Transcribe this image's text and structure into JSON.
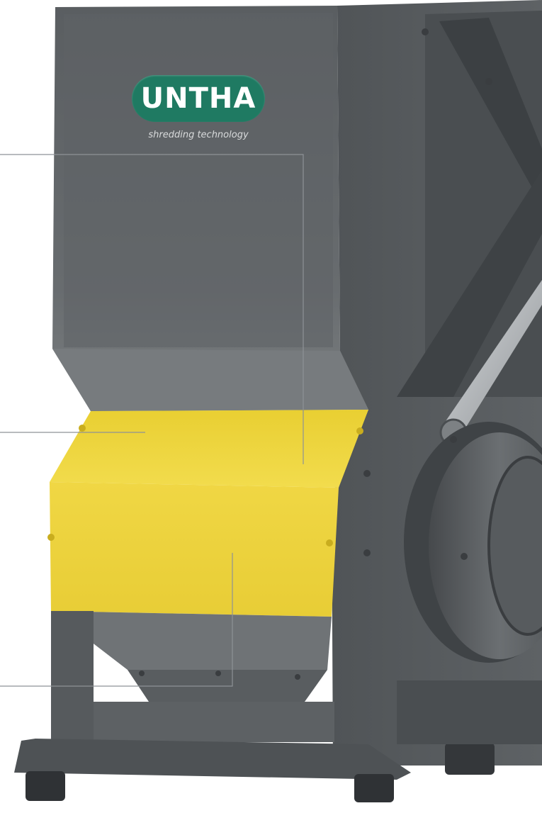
{
  "brand": {
    "logo_text": "UNTHA",
    "tagline": "shredding technology",
    "logo_color": "#1f7a62"
  },
  "colors": {
    "machine_body": "#5d6164",
    "machine_dark": "#44484b",
    "guard_yellow": "#ecd33b",
    "leader_line": "#8e9296"
  },
  "callouts": [
    {
      "id": "hopper-callout"
    },
    {
      "id": "cover-callout"
    },
    {
      "id": "discharge-callout"
    }
  ]
}
